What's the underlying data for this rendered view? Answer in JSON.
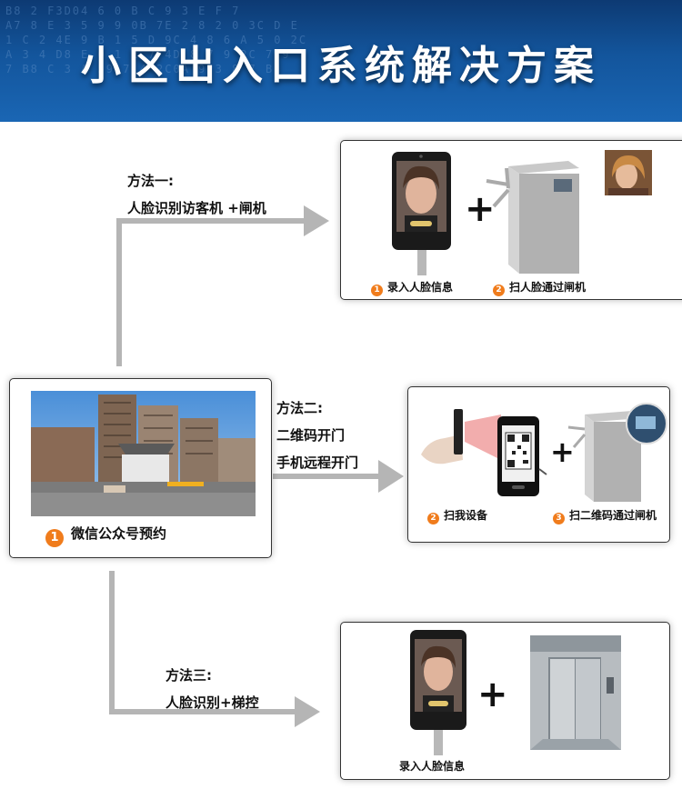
{
  "header": {
    "title": "小区出入口系统解决方案",
    "code_bg": "B8 2 F3D04 6 0 B C 9 3 E F 7\nA7 8 E 3 5 9 9 0B 7E 2 8 2 0 3C D E\n1 C 2 4E 9 B 1 5 D 9C 4 8 6 A 5 0 2C\nA 3 4 D8 E 0 1 2 7 4D 8 7 9 2C 7 9\n7 B8 C 3 A 59 7 4 2C0A 9 3 8 7 B"
  },
  "center": {
    "number": "1",
    "caption": "微信公众号预约"
  },
  "method1": {
    "line1": "方法一:",
    "line2": "人脸识别访客机 +闸机",
    "cap1_num": "1",
    "cap1": "录入人脸信息",
    "cap2_num": "2",
    "cap2": "扫人脸通过闸机",
    "plus": "+"
  },
  "method2": {
    "line1": "方法二:",
    "line2": "二维码开门",
    "line3": "手机远程开门",
    "cap1_num": "2",
    "cap1": "扫我设备",
    "cap2_num": "3",
    "cap2": "扫二维码通过闸机",
    "plus": "+"
  },
  "method3": {
    "line1": "方法三:",
    "line2": "人脸识别+梯控",
    "cap1": "录入人脸信息",
    "plus": "+"
  },
  "colors": {
    "banner": "#13559c",
    "badge": "#f07c1c",
    "arrow": "#b5b5b5"
  }
}
